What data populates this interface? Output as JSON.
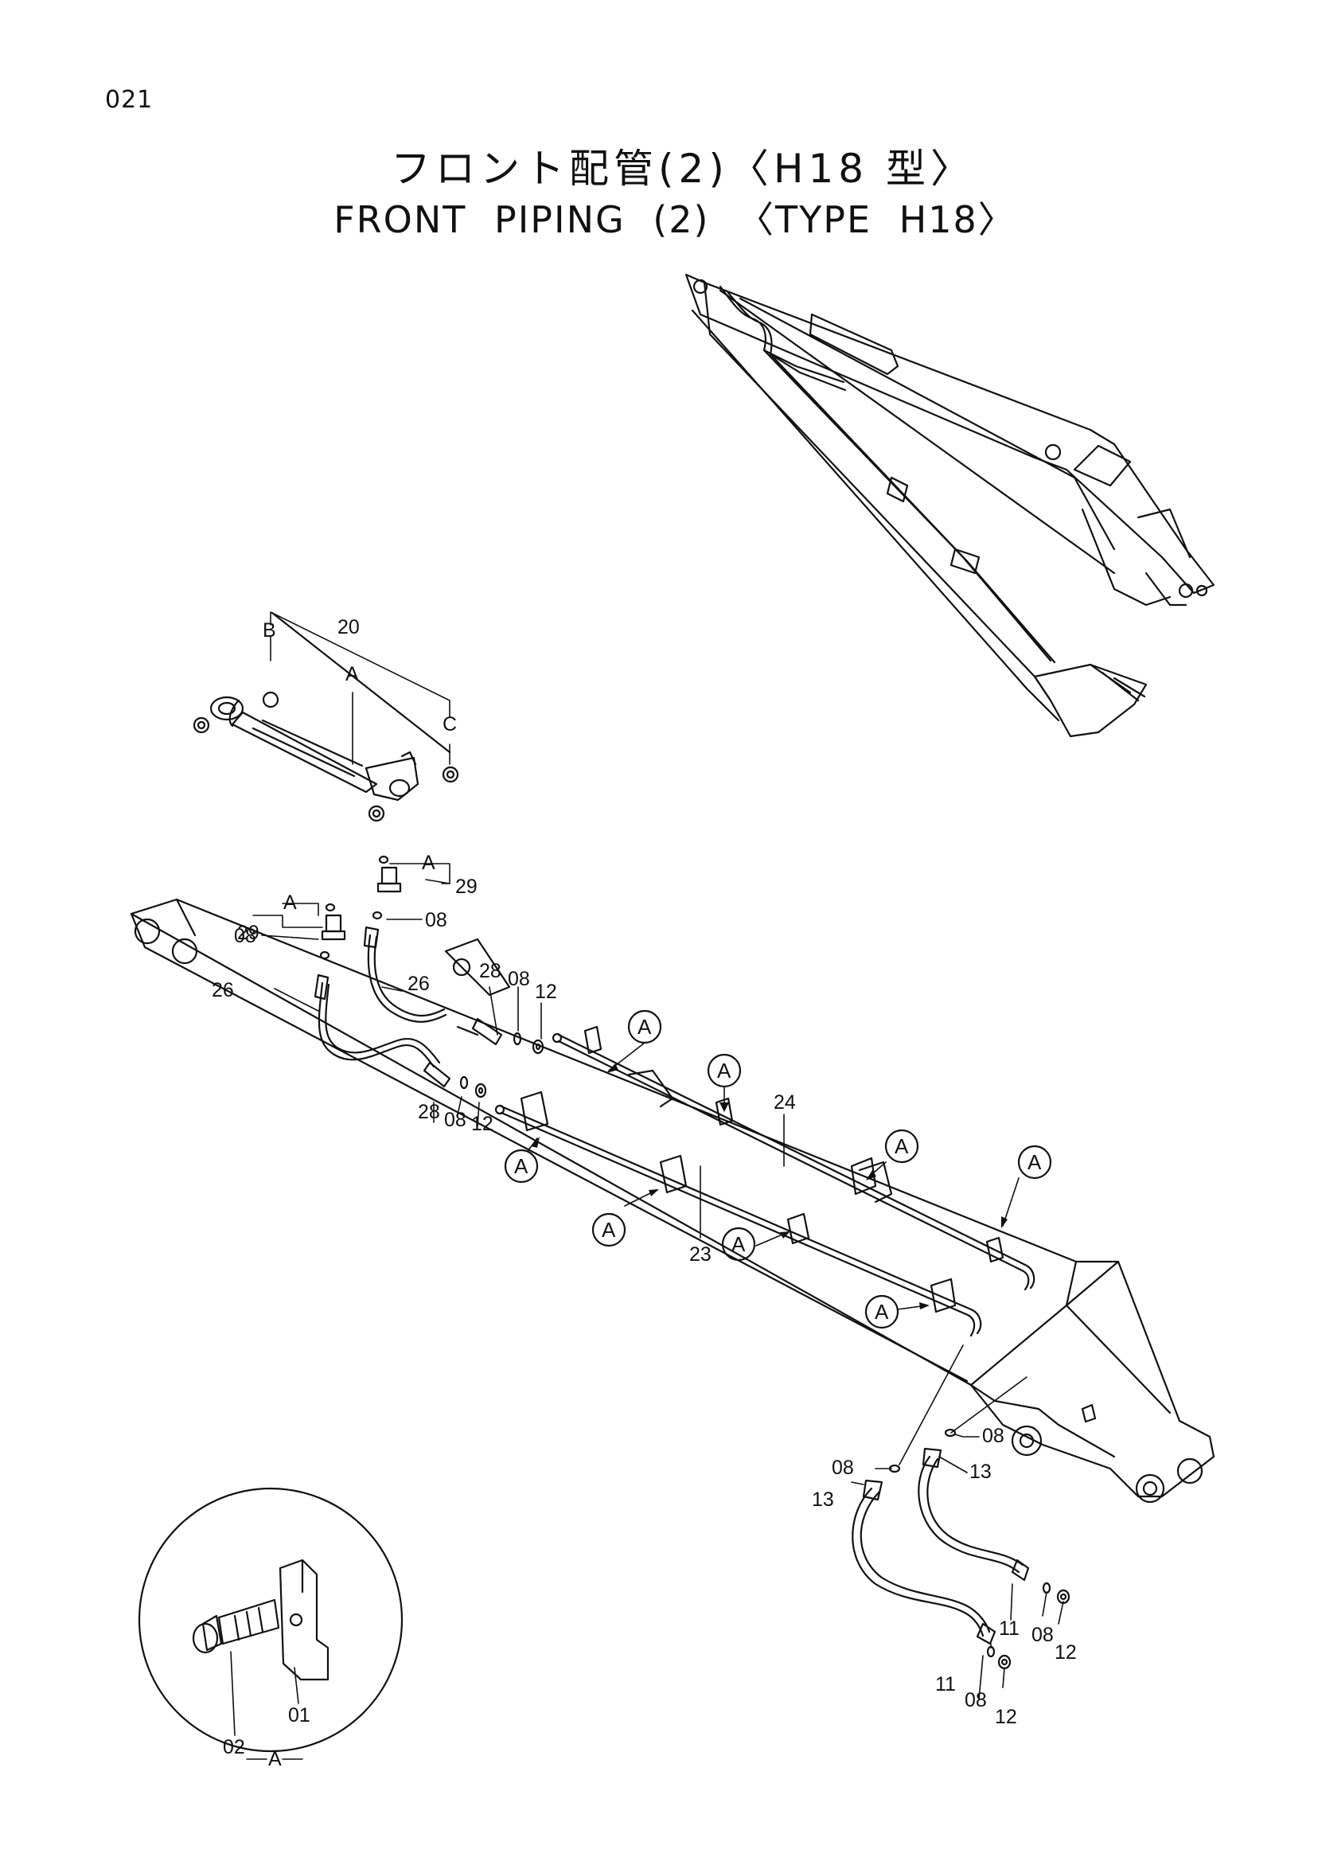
{
  "page_number": "021",
  "title_jp": "フロント配管(2)〈H18 型〉",
  "title_en": "FRONT  PIPING (2) 〈TYPE  H18〉",
  "callouts": {
    "p20": "20",
    "pB": "B",
    "pA_top": "A",
    "pC": "C",
    "pA1": "A",
    "p29a": "29",
    "pA2": "A",
    "p29b": "29",
    "p08a": "08",
    "p08b": "08",
    "p26a": "26",
    "p26b": "26",
    "p28a": "28",
    "p08c": "08",
    "p12a": "12",
    "p28b": "28",
    "p08d": "08",
    "p12b": "12",
    "p24": "24",
    "p23": "23",
    "p08e": "08",
    "p08f": "08",
    "p13a": "13",
    "p13b": "13",
    "p11a": "11",
    "p08g": "08",
    "p12c": "12",
    "p11b": "11",
    "p08h": "08",
    "p12d": "12",
    "p01": "01",
    "p02": "02",
    "pA_detail": "A"
  },
  "circle_refs": [
    "A",
    "A",
    "A",
    "A",
    "A",
    "A",
    "A",
    "A"
  ]
}
